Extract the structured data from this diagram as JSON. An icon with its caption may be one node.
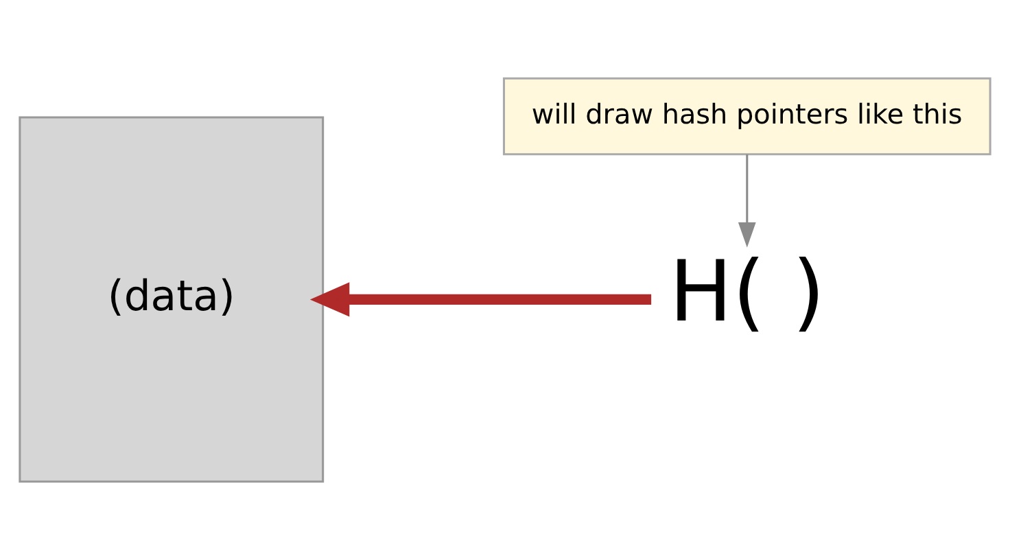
{
  "diagram": {
    "nodes": [
      {
        "text": [
          "(data)"
        ]
      },
      {
        "text": [
          "H( )"
        ]
      },
      {
        "text": [
          "will draw hash pointers like this"
        ]
      }
    ],
    "edges": [
      {
        "from": 1,
        "to": 0,
        "arrow": "to",
        "style": "thick",
        "color": "#b02a2a"
      },
      {
        "from": 2,
        "to": 1,
        "arrow": "to",
        "color": "#8a8a8a"
      }
    ]
  }
}
